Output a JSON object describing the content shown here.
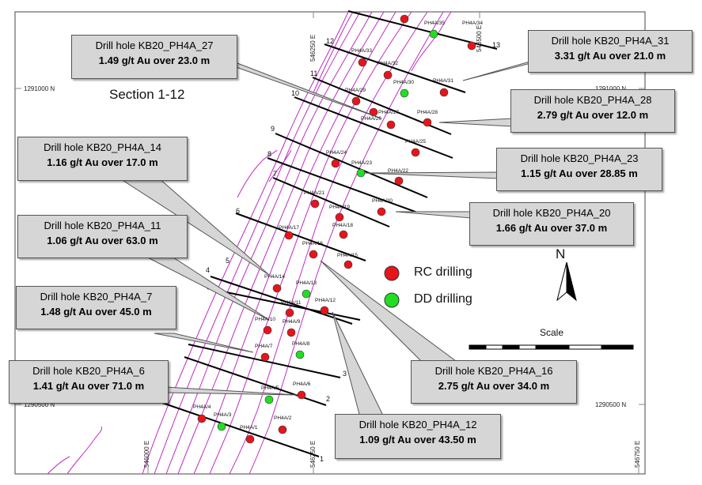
{
  "map": {
    "section_title": "Section 1-12",
    "grid_labels": {
      "north_top_left": "1291000 N",
      "north_top_right": "1291000 N",
      "north_bottom_left": "1290500 N",
      "north_bottom_right": "1290500 N",
      "east_top_mid": "546250 E",
      "east_top_right": "546500 E",
      "east_bottom_left": "546000 E",
      "east_bottom_mid": "546250 E",
      "east_bottom_right": "546750 E"
    },
    "legend": {
      "rc_label": "RC drilling",
      "dd_label": "DD drilling",
      "rc_color": "#e8141b",
      "dd_color": "#22dd22"
    },
    "north_arrow_label": "N",
    "scale_label": "Scale",
    "section_numbers": [
      "1",
      "2",
      "3",
      "4",
      "5",
      "6",
      "7",
      "8",
      "9",
      "10",
      "11",
      "12",
      "13"
    ],
    "holes": [
      {
        "id": "PH4A/1",
        "type": "RC"
      },
      {
        "id": "PH4A/2",
        "type": "RC"
      },
      {
        "id": "PH4A/3",
        "type": "DD"
      },
      {
        "id": "PH4A/4",
        "type": "RC"
      },
      {
        "id": "PH4A/5",
        "type": "DD"
      },
      {
        "id": "PH4A/6",
        "type": "RC"
      },
      {
        "id": "PH4A/7",
        "type": "RC"
      },
      {
        "id": "PH4A/8",
        "type": "DD"
      },
      {
        "id": "PH4A/9",
        "type": "RC"
      },
      {
        "id": "PH4A/10",
        "type": "RC"
      },
      {
        "id": "PH4A/11",
        "type": "RC"
      },
      {
        "id": "PH4A/12",
        "type": "RC"
      },
      {
        "id": "PH4A/13",
        "type": "DD"
      },
      {
        "id": "PH4A/14",
        "type": "RC"
      },
      {
        "id": "PH4A/15",
        "type": "RC"
      },
      {
        "id": "PH4A/16",
        "type": "RC"
      },
      {
        "id": "PH4A/17",
        "type": "RC"
      },
      {
        "id": "PH4A/18",
        "type": "RC"
      },
      {
        "id": "PH4A/19",
        "type": "RC"
      },
      {
        "id": "PH4A/20",
        "type": "RC"
      },
      {
        "id": "PH4A/21",
        "type": "RC"
      },
      {
        "id": "PH4A/22",
        "type": "RC"
      },
      {
        "id": "PH4A/23",
        "type": "DD"
      },
      {
        "id": "PH4A/24",
        "type": "RC"
      },
      {
        "id": "PH4A/25",
        "type": "RC"
      },
      {
        "id": "PH4A/26",
        "type": "RC"
      },
      {
        "id": "PH4A/27",
        "type": "RC"
      },
      {
        "id": "PH4A/28",
        "type": "RC"
      },
      {
        "id": "PH4A/29",
        "type": "RC"
      },
      {
        "id": "PH4A/30",
        "type": "DD"
      },
      {
        "id": "PH4A/31",
        "type": "RC"
      },
      {
        "id": "PH4A/32",
        "type": "RC"
      },
      {
        "id": "PH4A/33",
        "type": "RC"
      },
      {
        "id": "PH4A/34",
        "type": "RC"
      },
      {
        "id": "PH4A/35",
        "type": "DD"
      }
    ],
    "callouts": [
      {
        "title": "Drill hole KB20_PH4A_27",
        "grade": "1.49 g/t Au over 23.0 m"
      },
      {
        "title": "Drill hole KB20_PH4A_31",
        "grade": "3.31 g/t Au over 21.0 m"
      },
      {
        "title": "Drill hole KB20_PH4A_28",
        "grade": "2.79 g/t Au over 12.0 m"
      },
      {
        "title": "Drill hole KB20_PH4A_14",
        "grade": "1.16 g/t Au over 17.0 m"
      },
      {
        "title": "Drill hole KB20_PH4A_23",
        "grade": "1.15 g/t Au over 28.85 m"
      },
      {
        "title": "Drill hole KB20_PH4A_20",
        "grade": "1.66 g/t Au over 37.0 m"
      },
      {
        "title": "Drill hole KB20_PH4A_11",
        "grade": "1.06 g/t Au over 63.0 m"
      },
      {
        "title": "Drill hole KB20_PH4A_7",
        "grade": "1.48 g/t Au over 45.0 m"
      },
      {
        "title": "Drill hole KB20_PH4A_16",
        "grade": "2.75 g/t Au over 34.0 m"
      },
      {
        "title": "Drill hole KB20_PH4A_6",
        "grade": "1.41 g/t Au over 71.0 m"
      },
      {
        "title": "Drill hole KB20_PH4A_12",
        "grade": "1.09 g/t Au over 43.50 m"
      }
    ]
  }
}
